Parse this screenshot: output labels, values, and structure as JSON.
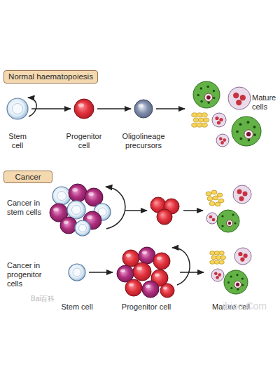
{
  "diagram": {
    "nodes": [
      {
        "text": [
          "Normal haematopoiesis"
        ]
      },
      {
        "text": [
          "Stem cell"
        ]
      },
      {
        "text": [
          "Progenitor cell"
        ]
      },
      {
        "text": [
          "Oligolineage precursors"
        ]
      },
      {
        "text": [
          "Mature cells"
        ]
      },
      {
        "text": [
          "Cancer"
        ]
      },
      {
        "text": [
          "Cancer in stem cells"
        ]
      },
      {
        "text": [
          "Stem cell"
        ]
      },
      {
        "text": [
          "Progenitor cell"
        ]
      },
      {
        "text": [
          "Mature cell"
        ]
      }
    ],
    "edges": [
      {
        "from": 1,
        "to": 2,
        "arrow": "to"
      },
      {
        "from": 2,
        "to": 3,
        "arrow": "to"
      },
      {
        "from": 3,
        "to": 4,
        "arrow": "to"
      },
      {
        "from": 7,
        "to": 8,
        "arrow": "to"
      },
      {
        "from": 8,
        "to": 9,
        "arrow": "to"
      }
    ],
    "labels": [
      "Cancer in progenitor cells",
      "Bai百科",
      "ibioo.Com"
    ]
  }
}
